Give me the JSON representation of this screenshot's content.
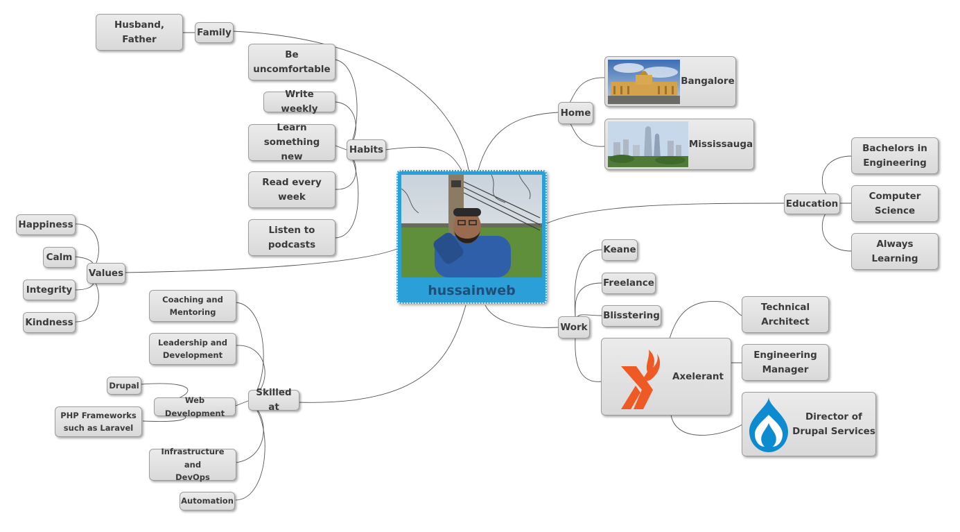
{
  "center": {
    "title": "hussainweb"
  },
  "family": {
    "label": "Family",
    "child": "Husband,\nFather"
  },
  "habits": {
    "label": "Habits",
    "items": [
      "Be\nuncomfortable",
      "Write weekly",
      "Learn\nsomething new",
      "Read every\nweek",
      "Listen to\npodcasts"
    ]
  },
  "values": {
    "label": "Values",
    "items": [
      "Happiness",
      "Calm",
      "Integrity",
      "Kindness"
    ]
  },
  "skills": {
    "label": "Skilled at",
    "coaching": "Coaching and\nMentoring",
    "leadership": "Leadership and\nDevelopment",
    "webdev": "Web Development",
    "drupal": "Drupal",
    "php": "PHP Frameworks\nsuch as Laravel",
    "infra": "Infrastructure and\nDevOps",
    "automation": "Automation"
  },
  "home": {
    "label": "Home",
    "places": [
      "Bangalore",
      "Mississauga"
    ]
  },
  "education": {
    "label": "Education",
    "items": [
      "Bachelors in\nEngineering",
      "Computer\nScience",
      "Always\nLearning"
    ]
  },
  "work": {
    "label": "Work",
    "items": [
      "Keane",
      "Freelance",
      "Blisstering"
    ],
    "axelerant": "Axelerant",
    "roles": [
      "Technical\nArchitect",
      "Engineering\nManager",
      "Director of\nDrupal Services"
    ]
  },
  "colors": {
    "center_bg": "#2a9fd8",
    "center_title": "#1f4e79",
    "axelerant_orange": "#ef5a24",
    "drupal_blue": "#0c8bd1"
  }
}
